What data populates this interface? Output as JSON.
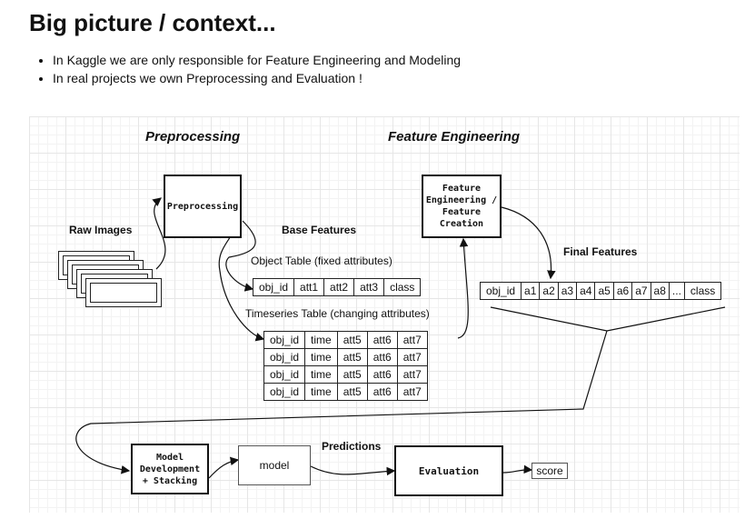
{
  "title": "Big picture / context...",
  "bullets": [
    "In Kaggle we are only responsible for Feature Engineering and Modeling",
    "In real projects we own Preprocessing and Evaluation !"
  ],
  "diagram": {
    "sections": {
      "preprocessing": "Preprocessing",
      "feature_engineering": "Feature Engineering"
    },
    "labels": {
      "raw_images": "Raw Images",
      "base_features": "Base Features",
      "object_table": "Object Table (fixed attributes)",
      "timeseries_table": "Timeseries Table (changing attributes)",
      "final_features": "Final Features",
      "predictions": "Predictions"
    },
    "nodes": {
      "preprocessing": "Preprocessing",
      "feature_engineering": [
        "Feature",
        "Engineering /",
        "Feature",
        "Creation"
      ],
      "model_development": [
        "Model",
        "Development",
        "+ Stacking"
      ],
      "model": "model",
      "evaluation": "Evaluation",
      "score": "score"
    },
    "object_table": [
      "obj_id",
      "att1",
      "att2",
      "att3",
      "class"
    ],
    "timeseries_table": [
      [
        "obj_id",
        "time",
        "att5",
        "att6",
        "att7"
      ],
      [
        "obj_id",
        "time",
        "att5",
        "att6",
        "att7"
      ],
      [
        "obj_id",
        "time",
        "att5",
        "att6",
        "att7"
      ],
      [
        "obj_id",
        "time",
        "att5",
        "att6",
        "att7"
      ]
    ],
    "final_features_table": [
      "obj_id",
      "a1",
      "a2",
      "a3",
      "a4",
      "a5",
      "a6",
      "a7",
      "a8",
      "...",
      "class"
    ]
  }
}
